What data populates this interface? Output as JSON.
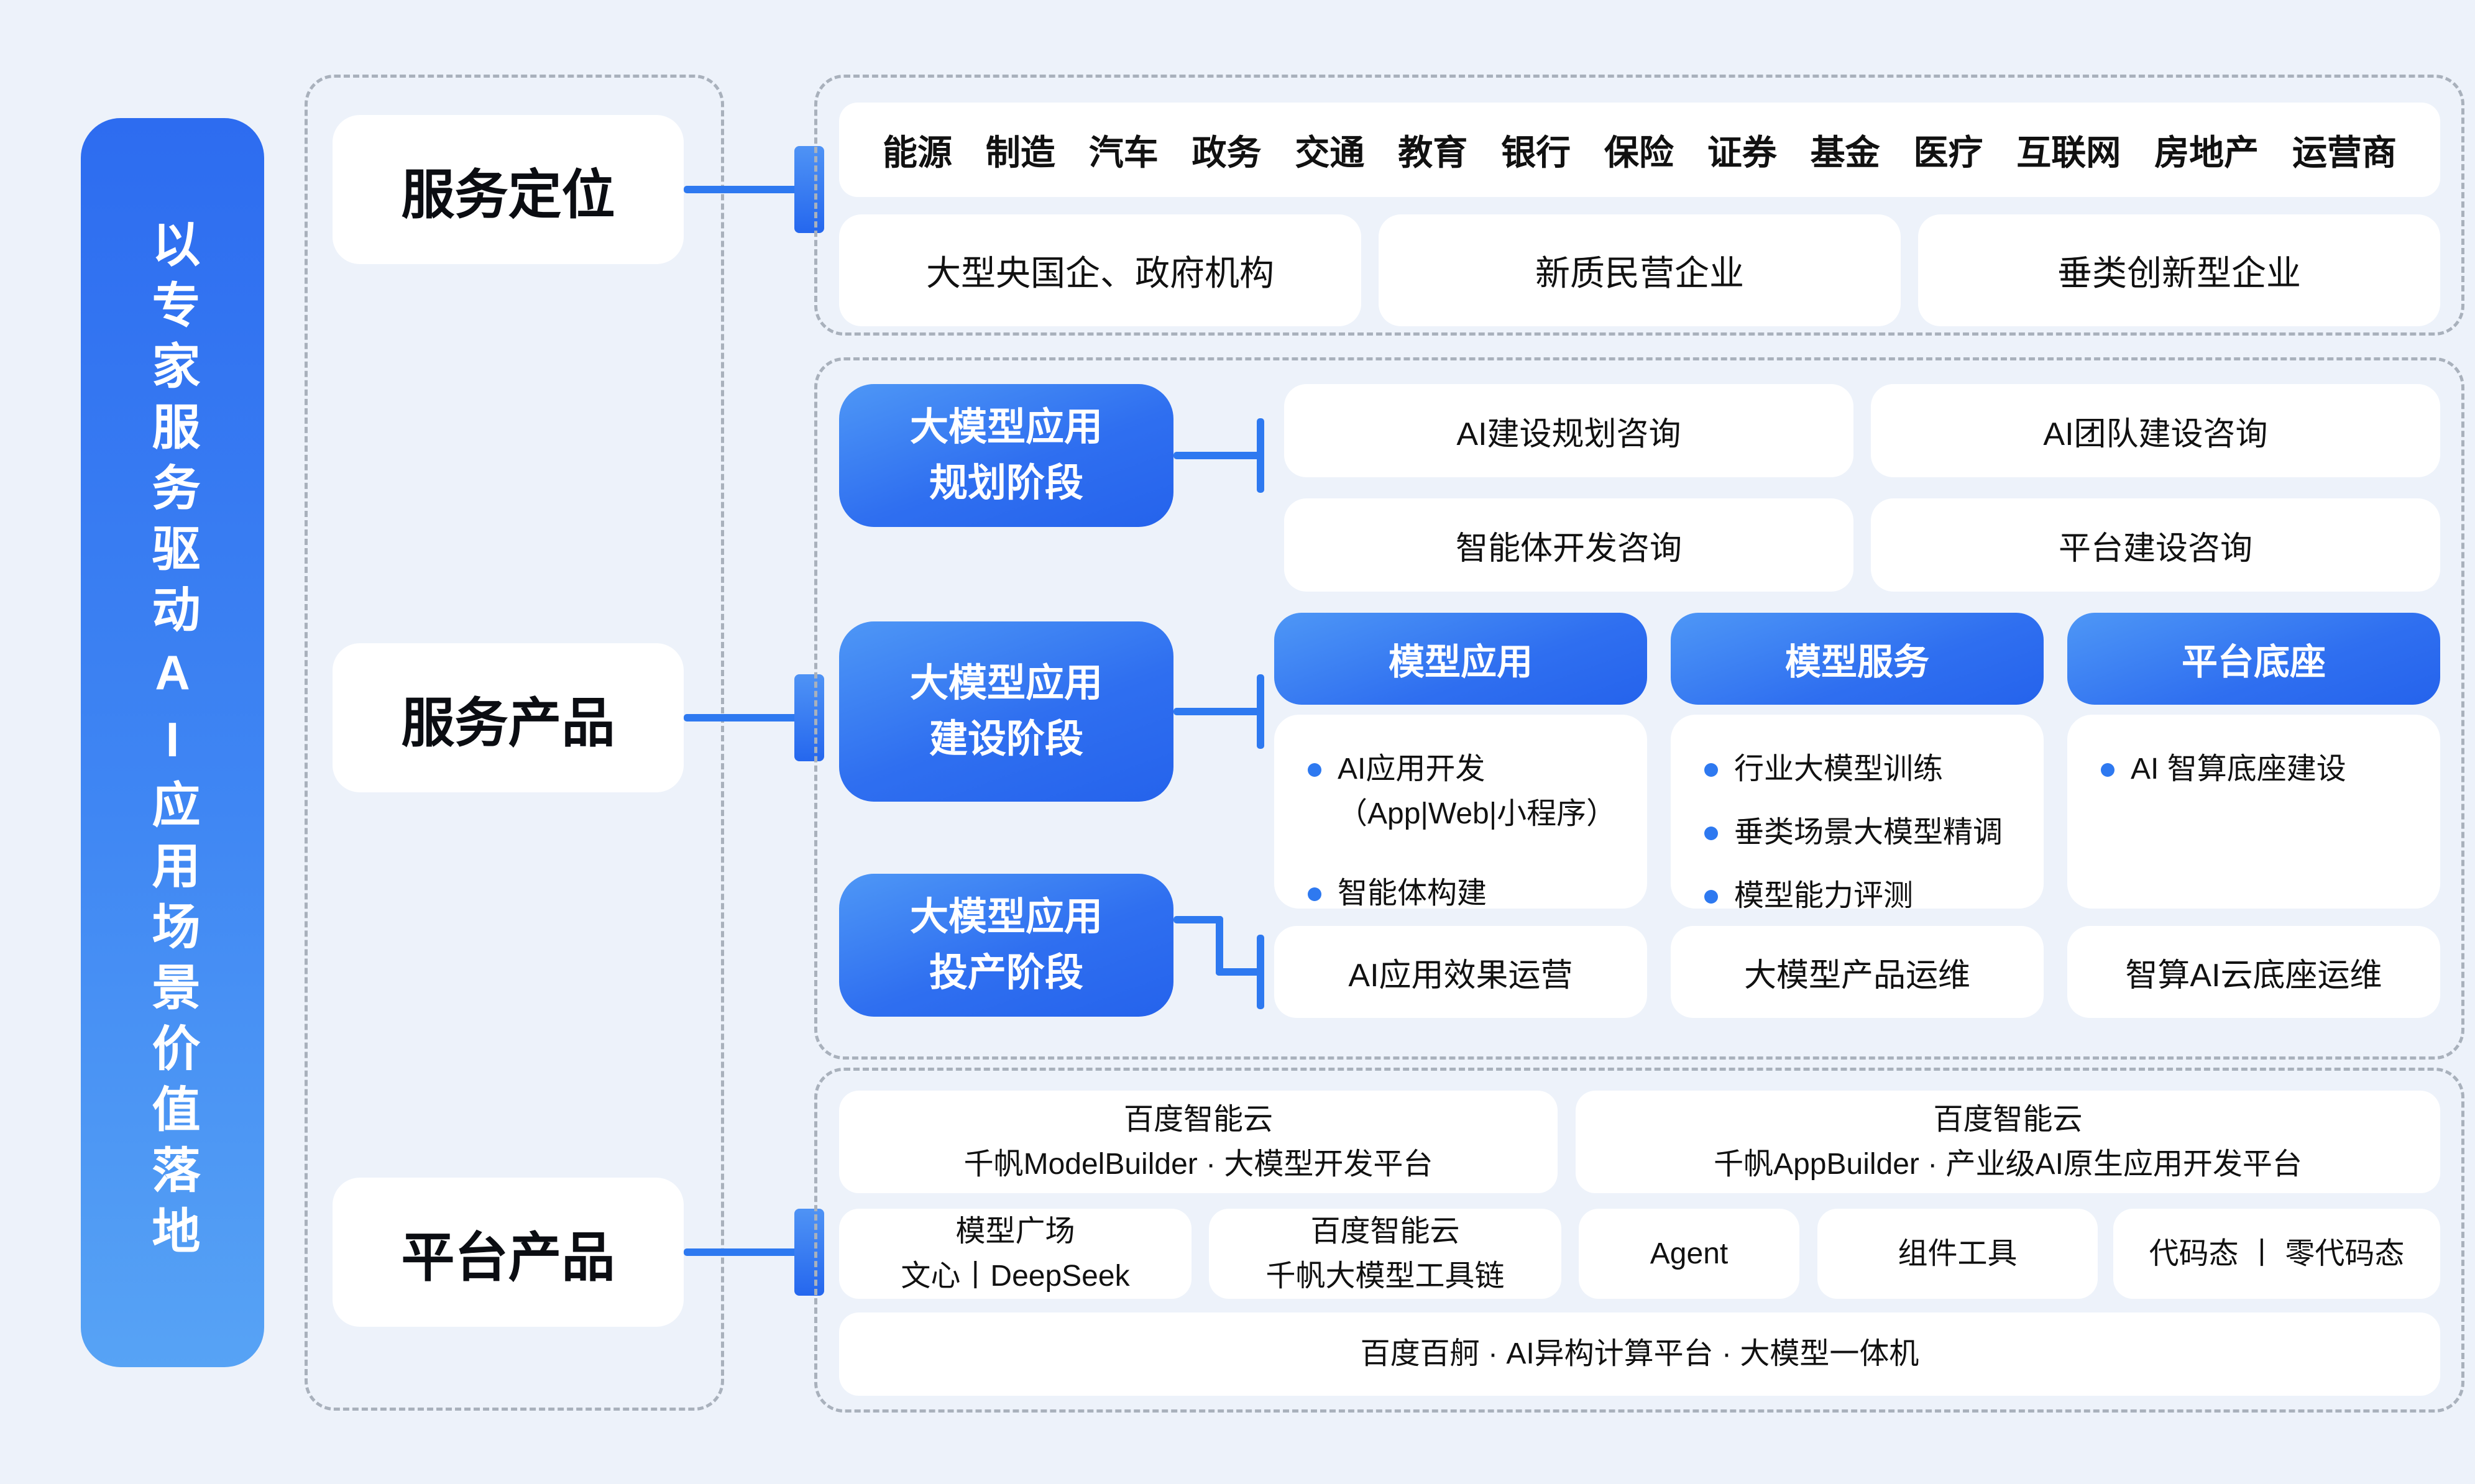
{
  "banner": {
    "text": "以专家服务驱动AI应用场景价值落地"
  },
  "colors": {
    "background": "#edf2fa",
    "accent_blue": "#2e79f0",
    "stage_gradient_start": "#4e97f6",
    "stage_gradient_end": "#2563ec",
    "banner_gradient_start": "#2d6cf0",
    "banner_gradient_end": "#57a3f5",
    "dashed_border": "#a9b1bc"
  },
  "labels": {
    "positioning": "服务定位",
    "products": "服务产品",
    "platform": "平台产品"
  },
  "positioning": {
    "industries": [
      "能源",
      "制造",
      "汽车",
      "政务",
      "交通",
      "教育",
      "银行",
      "保险",
      "证券",
      "基金",
      "医疗",
      "互联网",
      "房地产",
      "运营商"
    ],
    "customers": [
      "大型央国企、政府机构",
      "新质民营企业",
      "垂类创新型企业"
    ]
  },
  "products": {
    "stages": [
      {
        "title": "大模型应用\n规划阶段"
      },
      {
        "title": "大模型应用\n建设阶段"
      },
      {
        "title": "大模型应用\n投产阶段"
      }
    ],
    "planning_boxes": [
      "AI建设规划咨询",
      "AI团队建设咨询",
      "智能体开发咨询",
      "平台建设咨询"
    ],
    "columns": [
      {
        "header": "模型应用",
        "bullets": [
          "AI应用开发\n（App|Web|小程序）",
          "智能体构建"
        ]
      },
      {
        "header": "模型服务",
        "bullets": [
          "行业大模型训练",
          "垂类场景大模型精调",
          "模型能力评测"
        ]
      },
      {
        "header": "平台底座",
        "bullets": [
          "AI 智算底座建设"
        ]
      }
    ],
    "ops_boxes": [
      "AI应用效果运营",
      "大模型产品运维",
      "智算AI云底座运维"
    ]
  },
  "platform": {
    "row1": [
      "百度智能云\n千帆ModelBuilder · 大模型开发平台",
      "百度智能云\n千帆AppBuilder · 产业级AI原生应用开发平台"
    ],
    "row2": [
      "模型广场\n文心丨DeepSeek",
      "百度智能云\n千帆大模型工具链",
      "Agent",
      "组件工具",
      "代码态 丨 零代码态"
    ],
    "row3": "百度百舸 · AI异构计算平台 · 大模型一体机"
  }
}
